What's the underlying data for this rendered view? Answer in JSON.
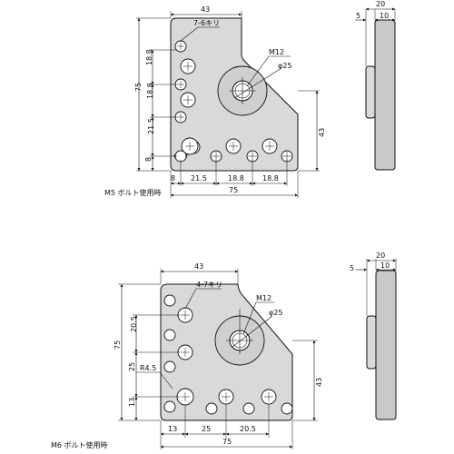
{
  "top_view": {
    "caption": "M5 ボルト使用時",
    "dims": {
      "width_top": "43",
      "holes": "7-6キリ",
      "thread": "M12",
      "dia": "φ25",
      "left_18_8": "18.8",
      "left_75": "75",
      "left_18_8b": "18.8",
      "left_21_5": "21.5",
      "left_8": "8",
      "right_43": "43",
      "bottom_8": "8",
      "bottom_21_5": "21.5",
      "bottom_18_8a": "18.8",
      "bottom_18_8b": "18.8",
      "bottom_75": "75"
    },
    "side": {
      "total": "20",
      "a": "5",
      "b": "10"
    }
  },
  "bottom_view": {
    "caption": "M6 ボルト使用時",
    "dims": {
      "width_top": "43",
      "holes": "4-7キリ",
      "thread": "M12",
      "dia": "φ25",
      "left_20_5": "20.5",
      "left_75": "75",
      "left_25": "25",
      "left_r": "R4.5",
      "left_13": "13",
      "right_43": "43",
      "bottom_13": "13",
      "bottom_25": "25",
      "bottom_20_5": "20.5",
      "bottom_75": "75"
    },
    "side": {
      "total": "20",
      "a": "5",
      "b": "10"
    }
  }
}
